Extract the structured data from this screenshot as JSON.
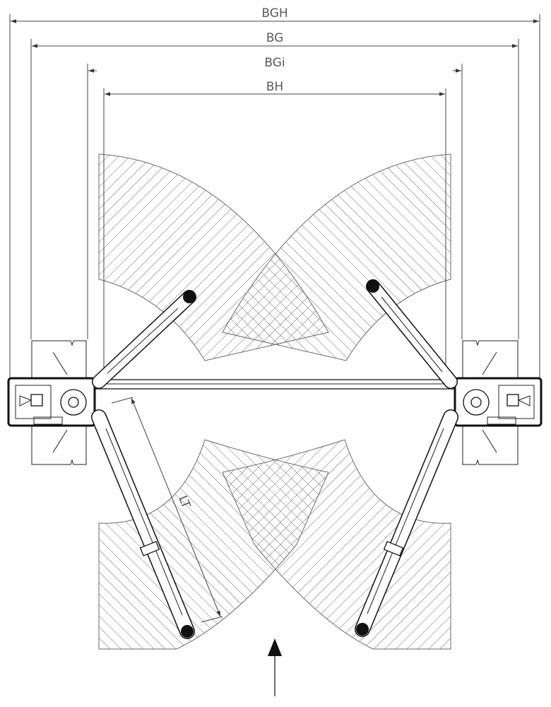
{
  "dimensions": {
    "bgh": "BGH",
    "bg": "BG",
    "bgi": "BGi",
    "bh": "BH",
    "lt": "LT"
  },
  "colors": {
    "line": "#111111",
    "hatch": "#6a6a6a",
    "dim_text": "#5a5a5a",
    "background": "#ffffff"
  }
}
